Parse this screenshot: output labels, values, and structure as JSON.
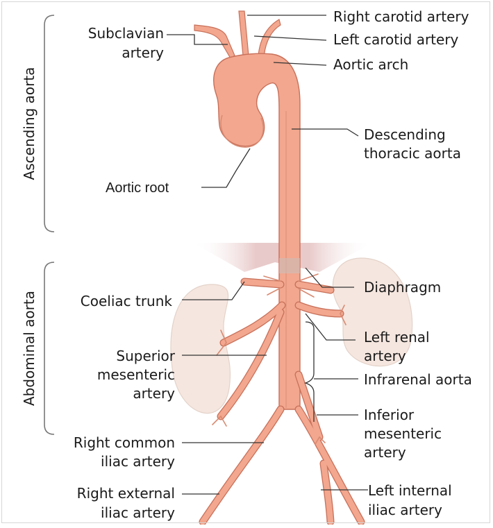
{
  "sections": {
    "ascending": "Ascending aorta",
    "abdominal": "Abdominal aorta"
  },
  "labels": {
    "right_carotid": "Right carotid artery",
    "left_carotid": "Left carotid artery",
    "subclavian_1": "Subclavian",
    "subclavian_2": "artery",
    "aortic_arch": "Aortic arch",
    "descending_1": "Descending",
    "descending_2": "thoracic aorta",
    "aortic_root": "Aortic root",
    "diaphragm": "Diaphragm",
    "coeliac": "Coeliac trunk",
    "left_renal_1": "Left renal",
    "left_renal_2": "artery",
    "superior_mes_1": "Superior",
    "superior_mes_2": "mesenteric",
    "superior_mes_3": "artery",
    "infrarenal": "Infrarenal aorta",
    "inferior_mes_1": "Inferior",
    "inferior_mes_2": "mesenteric",
    "inferior_mes_3": "artery",
    "right_common_1": "Right common",
    "right_common_2": "iliac artery",
    "right_external_1": "Right external",
    "right_external_2": "iliac artery",
    "left_internal_1": "Left internal",
    "left_internal_2": "iliac artery"
  },
  "colors": {
    "artery": "#f2a78e",
    "artery_stroke": "#c8705a",
    "artery_shade": "#d88a72",
    "kidney": "#f5e6df",
    "kidney_stroke": "#e0cfc6",
    "diaphragm": "#e8c8c8",
    "leader": "#3a3a3a",
    "bracket": "#777777"
  }
}
